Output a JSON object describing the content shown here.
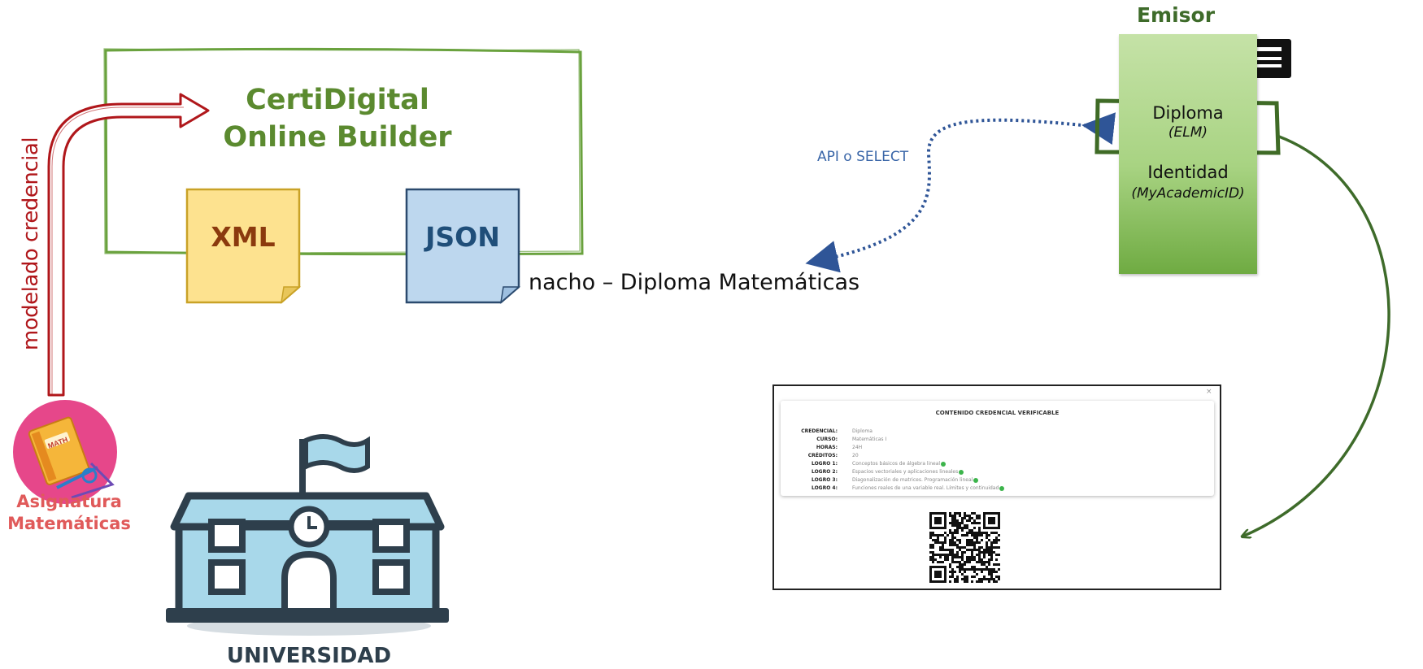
{
  "builder": {
    "title_line1": "CertiDigital",
    "title_line2": "Online Builder"
  },
  "files": {
    "xml_label": "XML",
    "json_label": "JSON"
  },
  "record_label": "nacho – Diploma Matemáticas",
  "api_label": "API o SELECT",
  "modeling_label": "modelado credencial",
  "subject": {
    "icon_text": "MATH",
    "label_line1": "Asignatura",
    "label_line2": "Matemáticas"
  },
  "university_label": "UNIVERSIDAD",
  "issuer": {
    "title": "Emisor",
    "diploma": "Diploma",
    "diploma_standard": "(ELM)",
    "identity": "Identidad",
    "identity_standard": "(MyAcademicID)"
  },
  "credential_card": {
    "close": "×",
    "title": "CONTENIDO CREDENCIAL VERIFICABLE",
    "rows": [
      {
        "key": "CREDENCIAL:",
        "value": "Diploma",
        "verified": false
      },
      {
        "key": "CURSO:",
        "value": "Matemáticas I",
        "verified": false
      },
      {
        "key": "HORAS:",
        "value": "24H",
        "verified": false
      },
      {
        "key": "CRÉDITOS:",
        "value": "20",
        "verified": false
      },
      {
        "key": "LOGRO 1:",
        "value": "Conceptos básicos de álgebra lineal",
        "verified": true
      },
      {
        "key": "LOGRO 2:",
        "value": "Espacios vectoriales y aplicaciones lineales",
        "verified": true
      },
      {
        "key": "LOGRO 3:",
        "value": "Diagonalización de matrices. Programación lineal",
        "verified": true
      },
      {
        "key": "LOGRO 4:",
        "value": "Funciones reales de una variable real. Límites y continuidad",
        "verified": true
      }
    ]
  },
  "colors": {
    "builder_green": "#6aa23e",
    "modeling_red": "#b0171b",
    "api_blue": "#2f5597",
    "flow_green": "#3e6b2a",
    "xml_fill": "#fde28f",
    "json_fill": "#bdd7ee"
  }
}
